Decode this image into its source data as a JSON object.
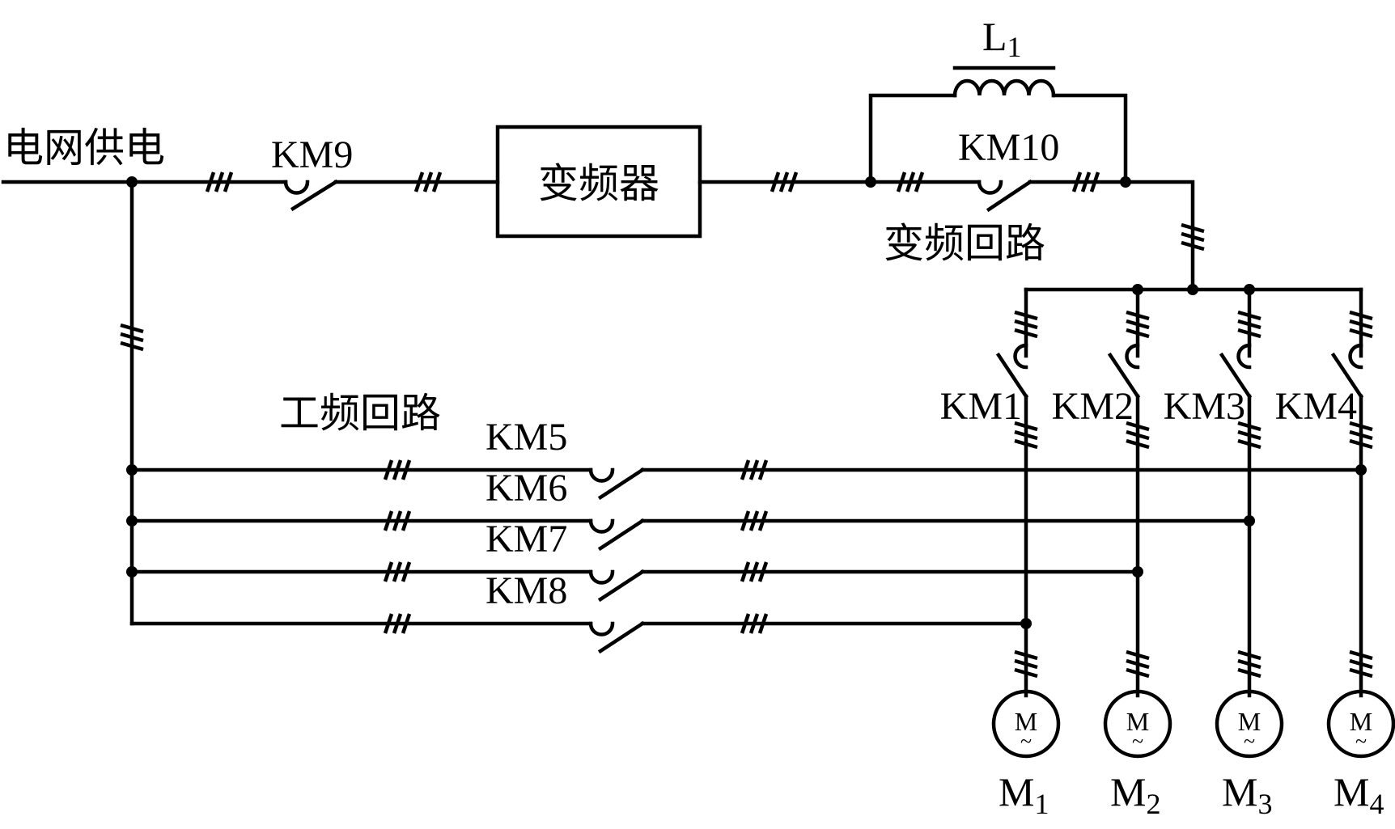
{
  "diagram": {
    "type": "electrical-schematic",
    "supply_label": "电网供电",
    "inverter_label": "变频器",
    "vf_circuit_label": "变频回路",
    "line_circuit_label": "工频回路",
    "inductor": {
      "name": "L",
      "sub": "1"
    },
    "bypass_contactor": "KM10",
    "supply_contactor": "KM9",
    "vf_contactors": [
      "KM1",
      "KM2",
      "KM3",
      "KM4"
    ],
    "line_contactors": [
      "KM5",
      "KM6",
      "KM7",
      "KM8"
    ],
    "motors": [
      {
        "name": "M",
        "sub": "1",
        "symbol": "M",
        "ac": "~"
      },
      {
        "name": "M",
        "sub": "2",
        "symbol": "M",
        "ac": "~"
      },
      {
        "name": "M",
        "sub": "3",
        "symbol": "M",
        "ac": "~"
      },
      {
        "name": "M",
        "sub": "4",
        "symbol": "M",
        "ac": "~"
      }
    ],
    "line_connections": [
      {
        "contactor": "KM5",
        "motor": "M4"
      },
      {
        "contactor": "KM6",
        "motor": "M3"
      },
      {
        "contactor": "KM7",
        "motor": "M2"
      },
      {
        "contactor": "KM8",
        "motor": "M1"
      }
    ],
    "phase_marker": "three-phase"
  }
}
